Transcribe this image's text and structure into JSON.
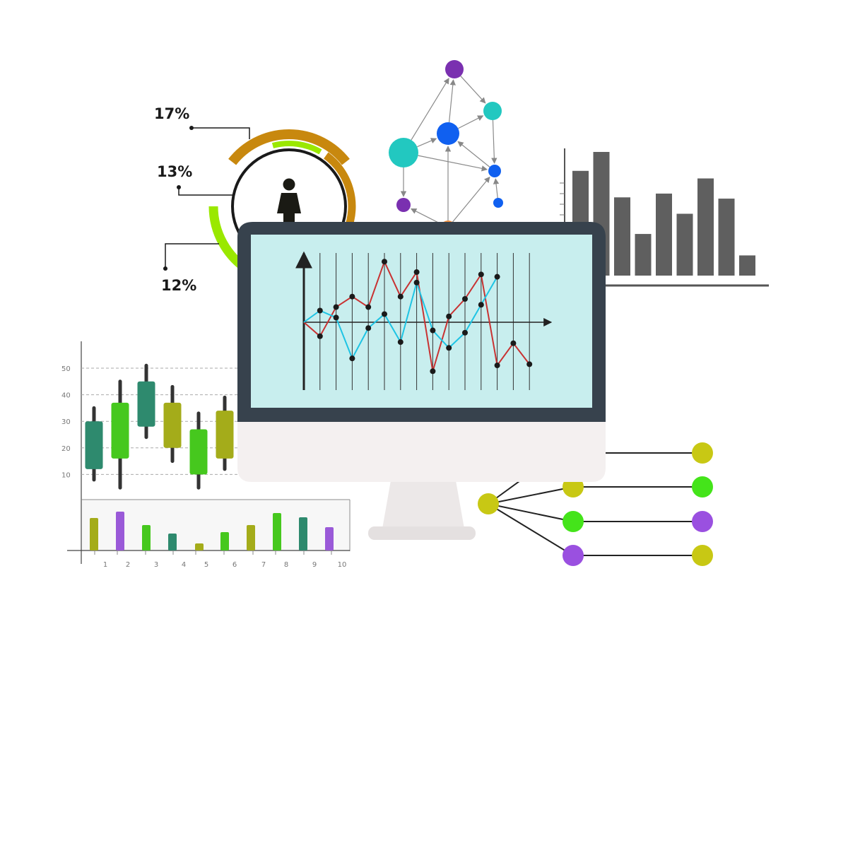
{
  "colors": {
    "background": "#ffffff",
    "monitor_bezel": "#37424d",
    "monitor_screen": "#c8eeee",
    "monitor_chin": "#f4f0f0",
    "monitor_stand": "#ece8e8",
    "donut_gold": "#c8880e",
    "donut_lime": "#9ae800",
    "donut_ring": "#1a1a1a",
    "gray_bars": "#5f5f5f",
    "screen_line_red": "#c83232",
    "screen_line_cyan": "#1ec4e4",
    "node_teal": "#22c8c0",
    "node_blue": "#1060f0",
    "node_purple": "#7a30b0",
    "tree_yellow": "#c8c814",
    "tree_green": "#44e41a",
    "tree_purple": "#9a50e0"
  },
  "icons": {
    "person": "person-icon"
  },
  "donut": {
    "labels": [
      "17%",
      "13%",
      "12%"
    ]
  },
  "screen_chart": {
    "type": "line",
    "x": [
      1,
      2,
      3,
      4,
      5,
      6,
      7,
      8,
      9,
      10,
      11,
      12,
      13,
      14,
      15
    ],
    "series": [
      {
        "color": "#c83232",
        "values": [
          -1.2,
          1.3,
          2.2,
          1.3,
          5.2,
          2.2,
          4.3,
          -4.2,
          0.5,
          2.0,
          4.1,
          -3.7,
          -1.8,
          -3.6
        ]
      },
      {
        "color": "#1ec4e4",
        "values": [
          1.0,
          0.4,
          -3.1,
          -0.5,
          0.7,
          -1.7,
          3.4,
          -0.7,
          -2.2,
          -0.9,
          1.5,
          3.9
        ]
      }
    ]
  },
  "gray_bar_chart": {
    "type": "bar",
    "values": [
      8.3,
      9.8,
      6.2,
      3.3,
      6.5,
      4.9,
      7.7,
      6.1,
      1.6
    ],
    "color": "#5f5f5f"
  },
  "candlestick_chart": {
    "type": "candlestick",
    "yticks": [
      "50",
      "40",
      "30",
      "20",
      "10"
    ],
    "ylim": [
      0,
      60
    ],
    "candles": [
      {
        "low": 8,
        "open": 12,
        "close": 30,
        "high": 35,
        "color": "#2e8a6e"
      },
      {
        "low": 5,
        "open": 16,
        "close": 37,
        "high": 45,
        "color": "#46c81e"
      },
      {
        "low": 24,
        "open": 28,
        "close": 45,
        "high": 51,
        "color": "#2e8a6e"
      },
      {
        "low": 15,
        "open": 20,
        "close": 37,
        "high": 43,
        "color": "#a4ac1a"
      },
      {
        "low": 5,
        "open": 10,
        "close": 27,
        "high": 33,
        "color": "#46c81e"
      },
      {
        "low": 12,
        "open": 16,
        "close": 34,
        "high": 39,
        "color": "#a4ac1a"
      }
    ]
  },
  "mini_bar_chart": {
    "type": "bar",
    "categories": [
      "1",
      "2",
      "3",
      "4",
      "5",
      "6",
      "7",
      "8",
      "9",
      "10"
    ],
    "values": [
      46,
      55,
      36,
      24,
      10,
      26,
      36,
      53,
      47,
      33
    ],
    "colors": [
      "#a4ac1a",
      "#9a5ad8",
      "#46c81e",
      "#2e8a6e",
      "#a4ac1a",
      "#46c81e",
      "#a4ac1a",
      "#46c81e",
      "#2e8a6e",
      "#9a5ad8"
    ]
  },
  "network": {
    "nodes": [
      {
        "id": "a",
        "color": "#7a30b0"
      },
      {
        "id": "b",
        "color": "#22c8c0"
      },
      {
        "id": "c",
        "color": "#1060f0"
      },
      {
        "id": "d",
        "color": "#22c8c0"
      },
      {
        "id": "e",
        "color": "#1060f0"
      },
      {
        "id": "f",
        "color": "#7a30b0"
      },
      {
        "id": "g",
        "color": "#1060f0"
      },
      {
        "id": "h",
        "color": "#f09040"
      }
    ],
    "edges": [
      [
        "d",
        "a"
      ],
      [
        "d",
        "c"
      ],
      [
        "d",
        "e"
      ],
      [
        "d",
        "f"
      ],
      [
        "a",
        "b"
      ],
      [
        "c",
        "a"
      ],
      [
        "c",
        "b"
      ],
      [
        "e",
        "c"
      ],
      [
        "b",
        "e"
      ],
      [
        "g",
        "e"
      ],
      [
        "h",
        "f"
      ],
      [
        "h",
        "c"
      ],
      [
        "h",
        "e"
      ]
    ]
  },
  "tree": {
    "root_color": "#c8c814",
    "children": [
      {
        "left": "#c8c814",
        "right": "#c8c814"
      },
      {
        "left": "#c8c814",
        "right": "#44e41a"
      },
      {
        "left": "#44e41a",
        "right": "#9a50e0"
      },
      {
        "left": "#9a50e0",
        "right": "#c8c814"
      }
    ]
  }
}
